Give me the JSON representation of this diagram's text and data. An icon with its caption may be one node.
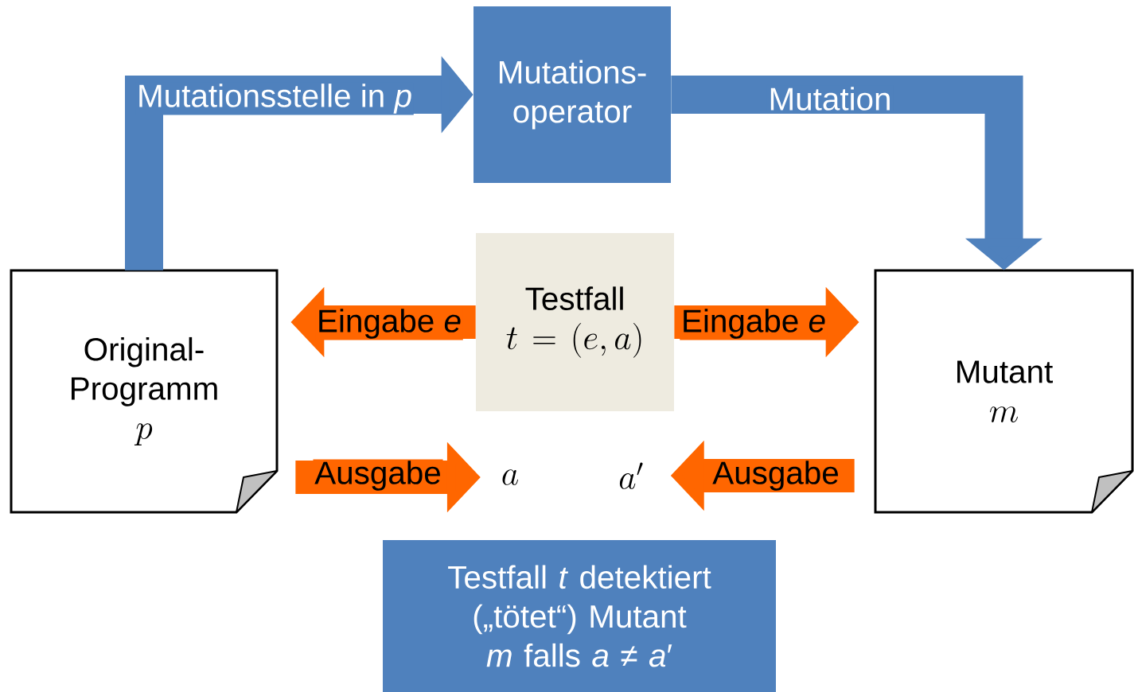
{
  "diagram": {
    "nodes": [
      {
        "text": [
          "Original- Programm",
          "p"
        ]
      },
      {
        "text": [
          "Mutations- operator"
        ]
      },
      {
        "text": [
          "Mutant",
          "m"
        ]
      },
      {
        "text": [
          "Testfall",
          "t = (e, a)"
        ]
      },
      {
        "text": [
          "a"
        ]
      },
      {
        "text": [
          "a'"
        ]
      },
      {
        "text": [
          "Testfall *t* detektiert („tötet“) Mutant *m* falls *a* ≠ *a*′"
        ]
      }
    ],
    "edges": [
      {
        "from": 0,
        "to": 1,
        "arrow": "to",
        "label": "Mutationsstelle in *p*",
        "color": "#4f81bd"
      },
      {
        "from": 1,
        "to": 2,
        "arrow": "to",
        "label": "Mutation",
        "color": "#4f81bd"
      },
      {
        "from": 3,
        "to": 0,
        "arrow": "to",
        "label": "Eingabe *e*"
      },
      {
        "from": 3,
        "to": 2,
        "arrow": "to",
        "label": "Eingabe *e*"
      },
      {
        "from": 0,
        "to": 4,
        "arrow": "to",
        "label": "Ausgabe"
      },
      {
        "from": 2,
        "to": 5,
        "arrow": "to",
        "label": "Ausgabe"
      }
    ]
  }
}
